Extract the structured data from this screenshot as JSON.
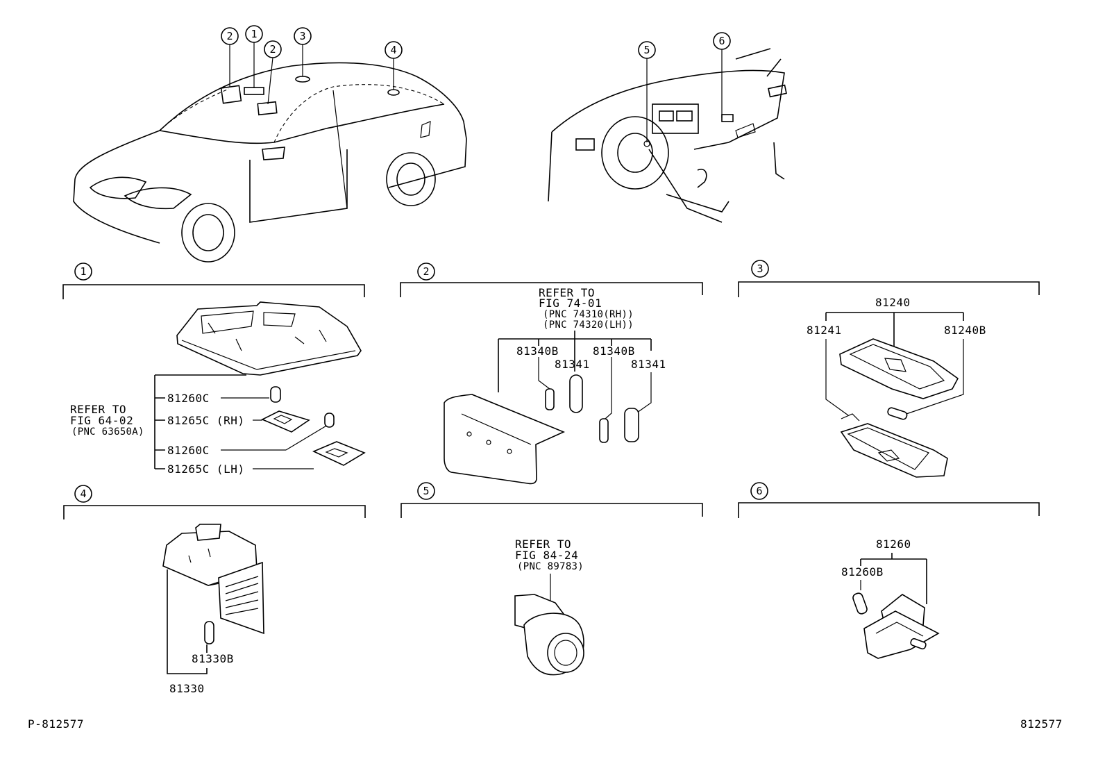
{
  "callouts_overview": [
    "2",
    "1",
    "2",
    "3",
    "4",
    "5",
    "6"
  ],
  "sections": [
    {
      "id": "1",
      "refer": [
        "REFER TO",
        "FIG 64-02",
        "(PNC 63650A)"
      ],
      "parts": [
        "81260C",
        "81265C (RH)",
        "81260C",
        "81265C (LH)"
      ]
    },
    {
      "id": "2",
      "refer": [
        "REFER TO",
        "FIG 74-01",
        "(PNC 74310(RH))",
        "(PNC 74320(LH))"
      ],
      "parts": [
        "81340B",
        "81341",
        "81340B",
        "81341"
      ]
    },
    {
      "id": "3",
      "parts": [
        "81240",
        "81241",
        "81240B"
      ]
    },
    {
      "id": "4",
      "parts": [
        "81330B",
        "81330"
      ]
    },
    {
      "id": "5",
      "refer": [
        "REFER TO",
        "FIG 84-24",
        "(PNC 89783)"
      ]
    },
    {
      "id": "6",
      "parts": [
        "81260",
        "81260B"
      ]
    }
  ],
  "footer": {
    "left": "P-812577",
    "right": "812577"
  }
}
